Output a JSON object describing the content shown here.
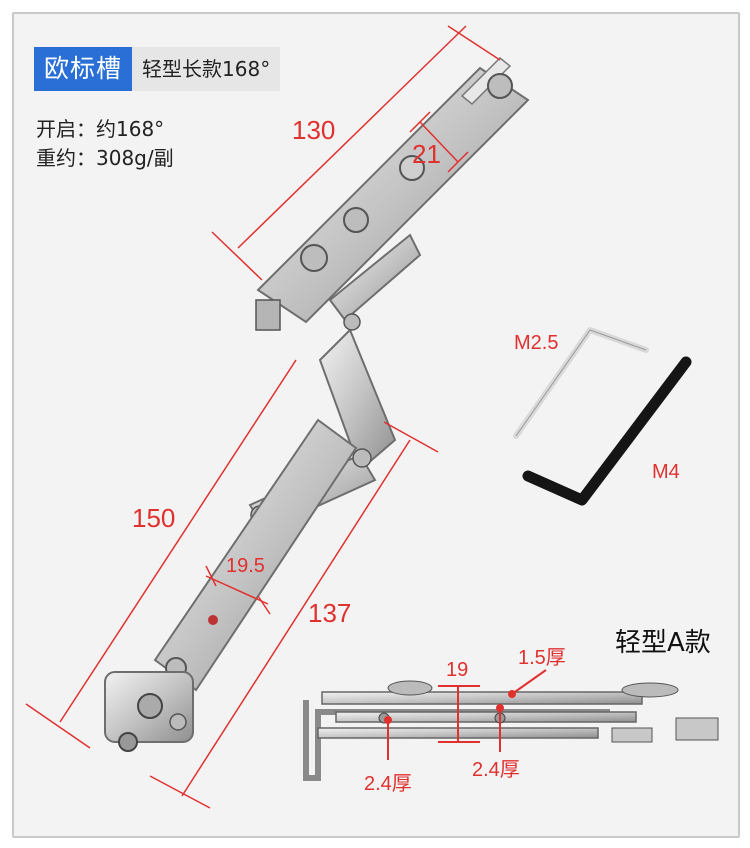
{
  "badge": {
    "main": "欧标槽",
    "sub": "轻型长款168°"
  },
  "specs": [
    {
      "text": "开启：约168°"
    },
    {
      "text": "重约：308g/副"
    }
  ],
  "dimensions": {
    "top_length": "130",
    "slot_width": "21",
    "arm_length": "150",
    "arm_width": "19.5",
    "bottom_length": "137"
  },
  "tools": {
    "small": "M2.5",
    "large": "M4"
  },
  "variant": {
    "title": "轻型A款",
    "gap": "19",
    "thickness_top": "1.5厚",
    "thickness_left": "2.4厚",
    "thickness_right": "2.4厚"
  },
  "colors": {
    "accent": "#2a6fd6",
    "dimension": "#e0312f",
    "steel": "#c8c8c8"
  }
}
